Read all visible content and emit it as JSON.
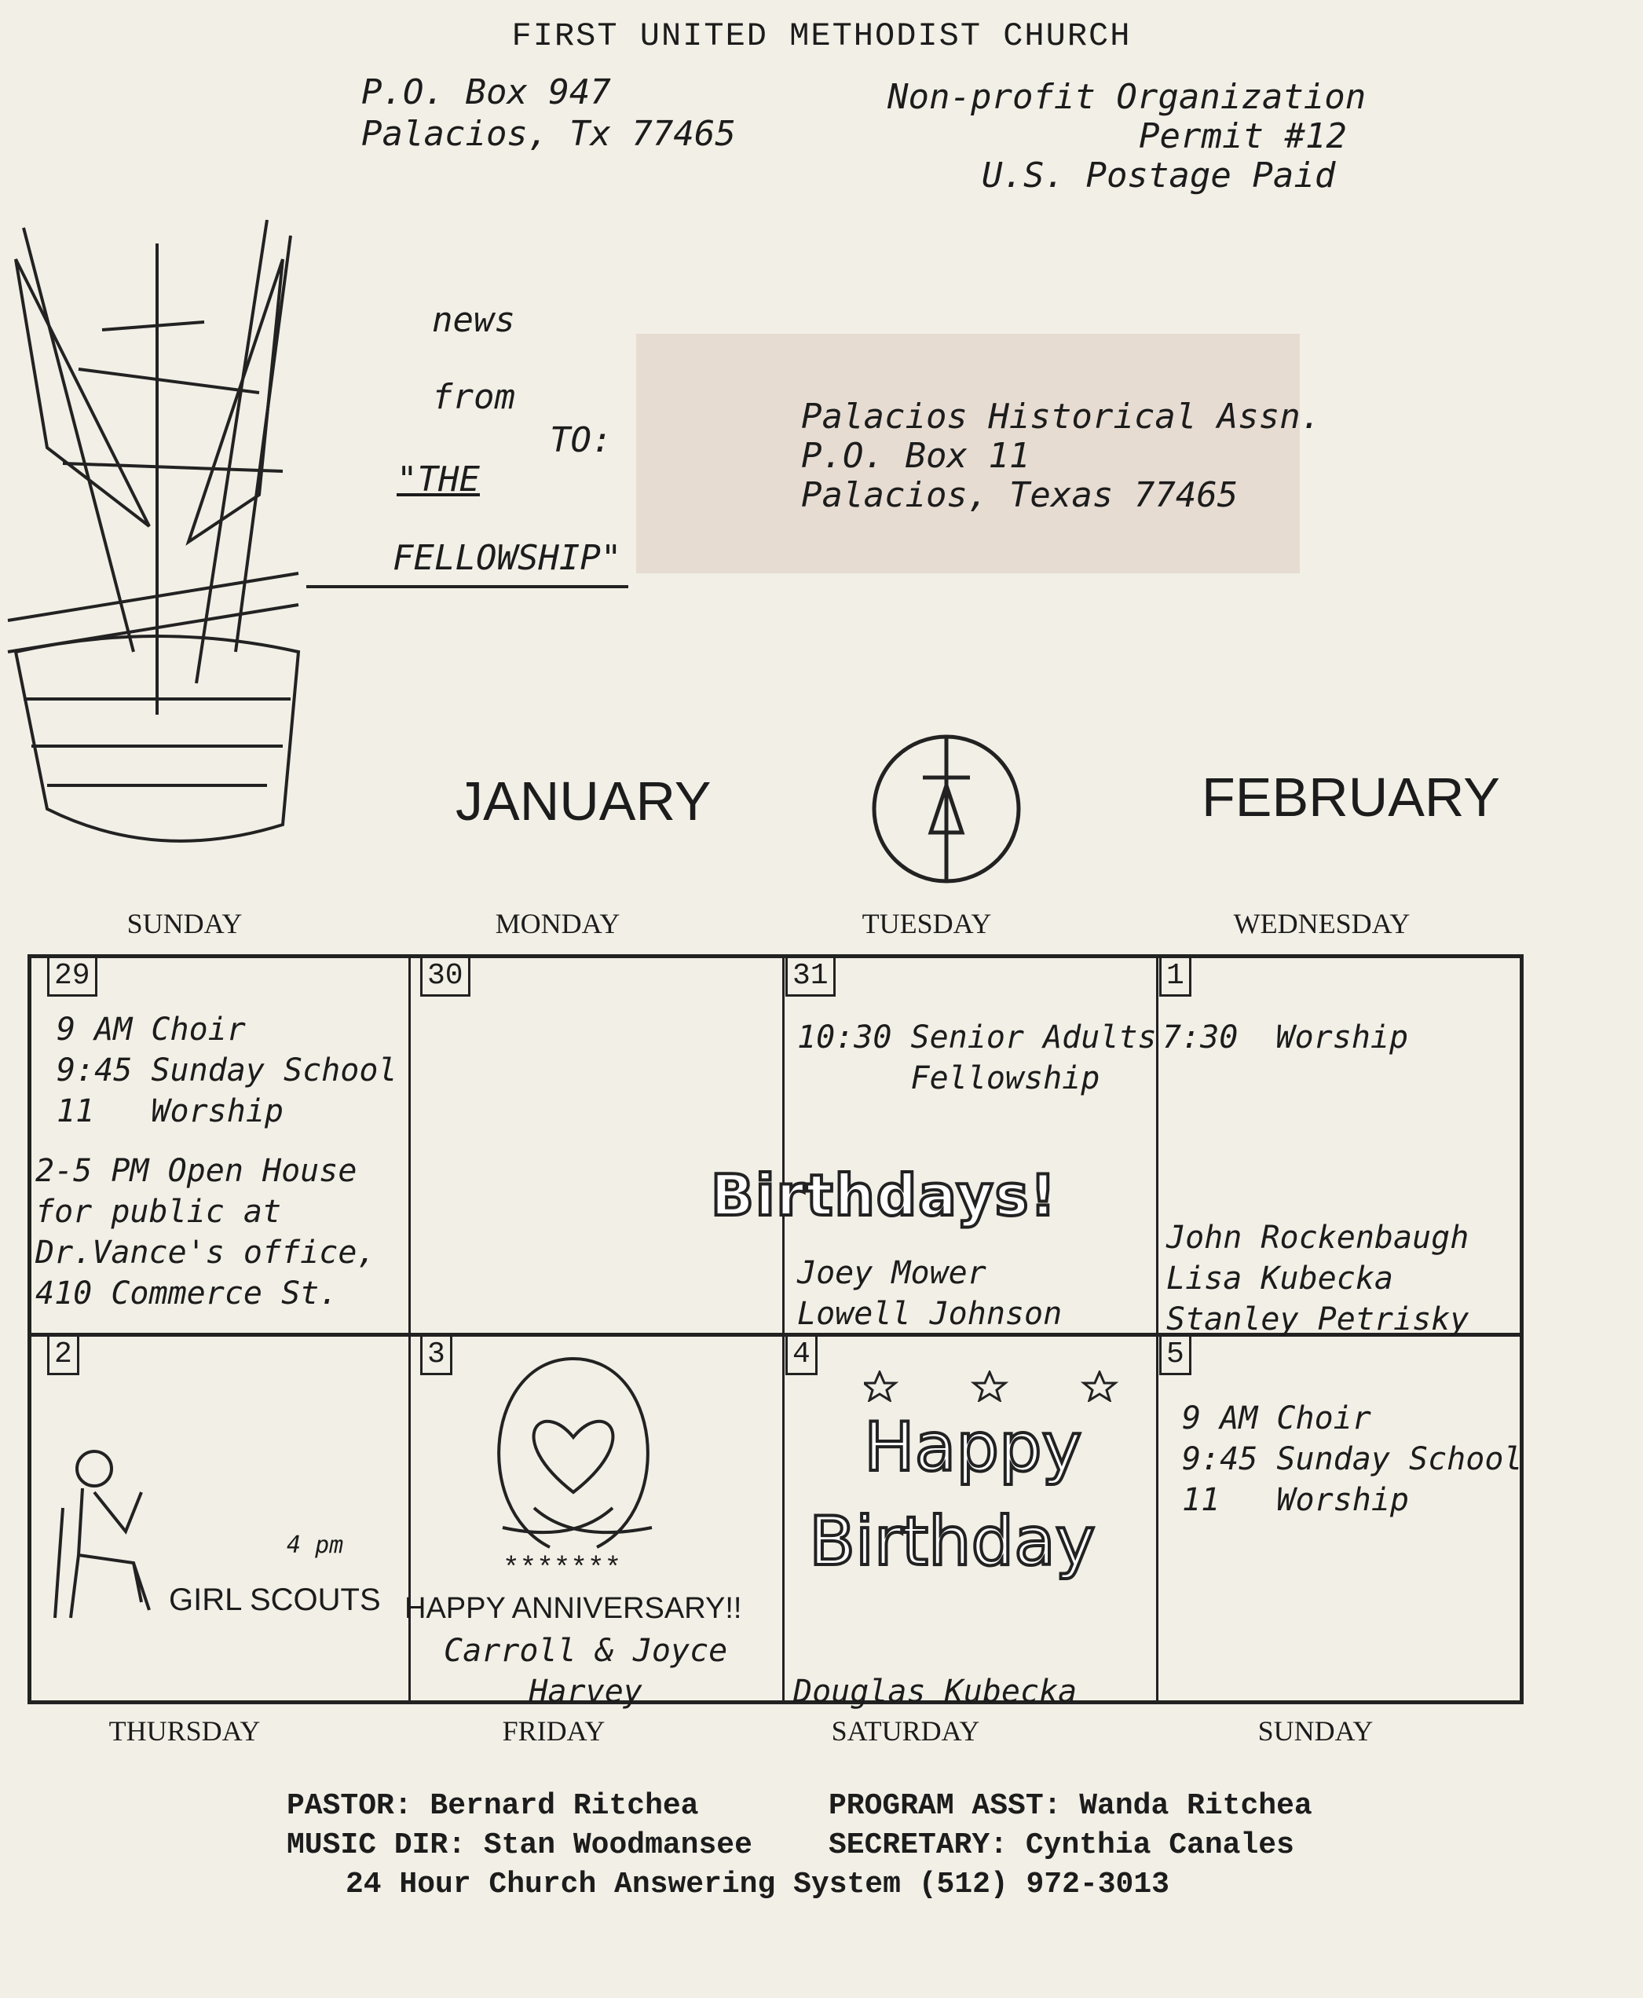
{
  "header": {
    "church": "FIRST UNITED METHODIST CHURCH",
    "po_box": "P.O. Box 947",
    "city": "Palacios, Tx 77465",
    "nonprofit": "Non-profit Organization",
    "permit": "Permit #12",
    "postage": "U.S. Postage Paid"
  },
  "masthead": {
    "news": "news",
    "from": "from",
    "to": "TO:",
    "the": "\"THE",
    "fellowship": "FELLOWSHIP\""
  },
  "address": {
    "line1": "Palacios Historical Assn.",
    "line2": "P.O. Box 11",
    "line3": "Palacios, Texas 77465"
  },
  "months": {
    "left": "JANUARY",
    "right": "FEBRUARY"
  },
  "days_top": [
    "SUNDAY",
    "MONDAY",
    "TUESDAY",
    "WEDNESDAY"
  ],
  "days_bottom": [
    "THURSDAY",
    "FRIDAY",
    "SATURDAY",
    "SUNDAY"
  ],
  "week1": [
    {
      "num": "29",
      "lines": [
        "9 AM Choir",
        "9:45 Sunday School",
        "11   Worship"
      ],
      "extra": [
        "2-5 PM Open House",
        "for public at",
        "Dr.Vance's office,",
        "410 Commerce St."
      ]
    },
    {
      "num": "30"
    },
    {
      "num": "31",
      "lines": [
        "10:30 Senior Adults",
        "      Fellowship"
      ],
      "birthdays": [
        "Joey Mower",
        "Lowell Johnson"
      ]
    },
    {
      "num": "1",
      "lines": [
        "7:30  Worship"
      ],
      "birthdays": [
        "John Rockenbaugh",
        "Lisa Kubecka",
        "Stanley Petrisky"
      ]
    }
  ],
  "birthdays_banner": "Birthdays!",
  "week2": [
    {
      "num": "2",
      "time": "4 pm",
      "event": "GIRL SCOUTS"
    },
    {
      "num": "3",
      "stars": "*******",
      "event": "HAPPY ANNIVERSARY!!",
      "names": [
        "Carroll & Joyce",
        "Harvey"
      ]
    },
    {
      "num": "4",
      "happy": "Happy",
      "birthday": "Birthday",
      "name": "Douglas Kubecka"
    },
    {
      "num": "5",
      "lines": [
        "9 AM Choir",
        "9:45 Sunday School",
        "11   Worship"
      ]
    }
  ],
  "footer": {
    "pastor": "PASTOR: Bernard Ritchea",
    "asst": "PROGRAM ASST: Wanda Ritchea",
    "music": "MUSIC DIR: Stan Woodmansee",
    "secretary": "SECRETARY: Cynthia Canales",
    "phone": "24 Hour Church Answering System (512) 972-3013"
  }
}
